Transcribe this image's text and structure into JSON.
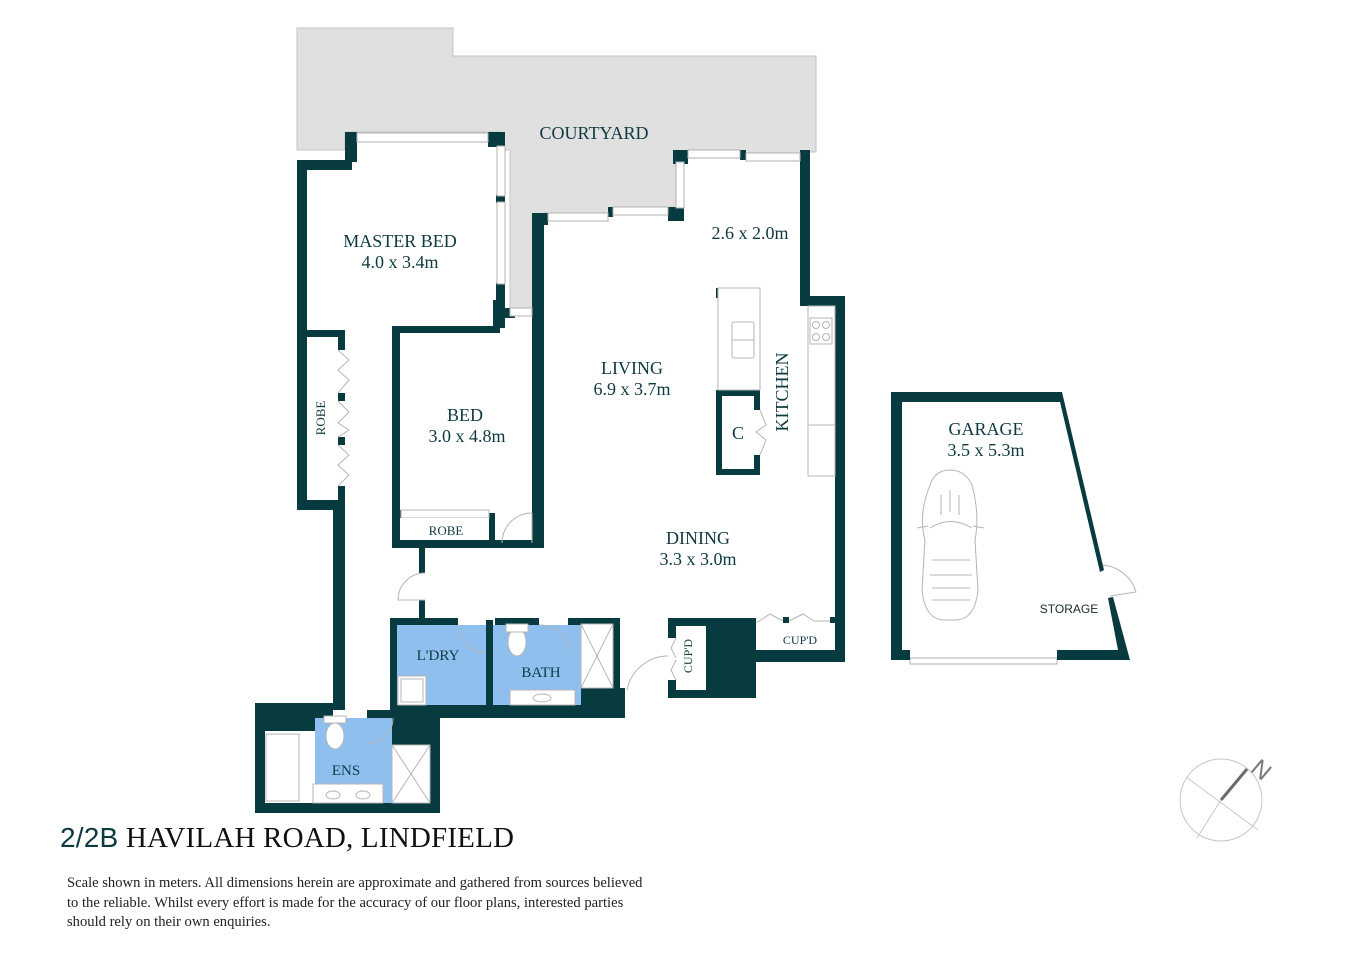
{
  "plan": {
    "colors": {
      "wall": "#073b40",
      "courtyard": "#e0e0e0",
      "wet_area": "#8fbfee",
      "fixture_line": "#b5b5b5",
      "label": "#0d3a40"
    },
    "rooms": {
      "courtyard": {
        "name": "COURTYARD"
      },
      "master_bed": {
        "name": "MASTER BED",
        "size": "4.0 x 3.4m"
      },
      "kitchen_area": {
        "size": "2.6 x 2.0m"
      },
      "living": {
        "name": "LIVING",
        "size": "6.9 x 3.7m"
      },
      "kitchen": {
        "name": "KITCHEN"
      },
      "pantry": {
        "name": "C"
      },
      "bed": {
        "name": "BED",
        "size": "3.0 x 4.8m"
      },
      "robe_master": {
        "name": "ROBE"
      },
      "robe_bed": {
        "name": "ROBE"
      },
      "dining": {
        "name": "DINING",
        "size": "3.3 x 3.0m"
      },
      "laundry": {
        "name": "L'DRY"
      },
      "bath": {
        "name": "BATH"
      },
      "cupd_hall": {
        "name": "CUP'D"
      },
      "cupd_dining": {
        "name": "CUP'D"
      },
      "ensuite": {
        "name": "ENS"
      },
      "garage": {
        "name": "GARAGE",
        "size": "3.5 x 5.3m"
      },
      "storage": {
        "name": "STORAGE"
      }
    },
    "compass": {
      "label": "N"
    }
  },
  "footer": {
    "address_unit": "2/2B",
    "address_street": "HAVILAH ROAD, LINDFIELD",
    "disclaimer": "Scale shown in meters. All dimensions herein are approximate and gathered from sources believed to the reliable. Whilst every effort is made for the accuracy of our floor plans, interested parties should rely on their own enquiries."
  }
}
